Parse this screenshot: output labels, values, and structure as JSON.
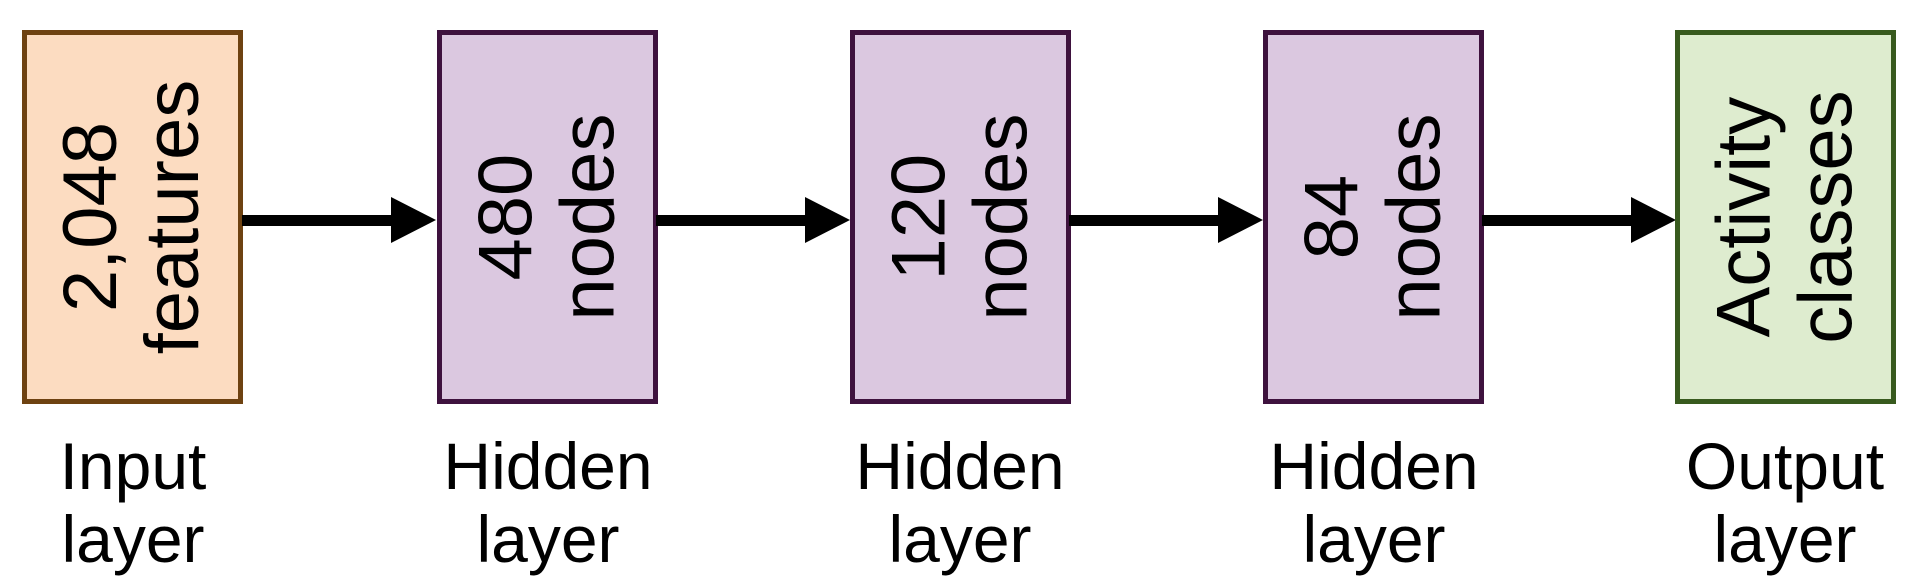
{
  "diagram": {
    "background_color": "#ffffff",
    "text_color": "#000000",
    "arrow_color": "#000000",
    "layers": [
      {
        "id": "input-layer",
        "box_text_line1": "2,048",
        "box_text_line2": "features",
        "label_line1": "Input",
        "label_line2": "layer",
        "fill_color": "#fcdcc1",
        "border_color": "#6e4211"
      },
      {
        "id": "hidden-layer-1",
        "box_text_line1": "480",
        "box_text_line2": "nodes",
        "label_line1": "Hidden",
        "label_line2": "layer",
        "fill_color": "#dbc8e0",
        "border_color": "#3e123e"
      },
      {
        "id": "hidden-layer-2",
        "box_text_line1": "120",
        "box_text_line2": "nodes",
        "label_line1": "Hidden",
        "label_line2": "layer",
        "fill_color": "#dbc8e0",
        "border_color": "#3e123e"
      },
      {
        "id": "hidden-layer-3",
        "box_text_line1": "84",
        "box_text_line2": "nodes",
        "label_line1": "Hidden",
        "label_line2": "layer",
        "fill_color": "#dbc8e0",
        "border_color": "#3e123e"
      },
      {
        "id": "output-layer",
        "box_text_line1": "Activity",
        "box_text_line2": "classes",
        "label_line1": "Output",
        "label_line2": "layer",
        "fill_color": "#deeccf",
        "border_color": "#385a1e"
      }
    ]
  }
}
